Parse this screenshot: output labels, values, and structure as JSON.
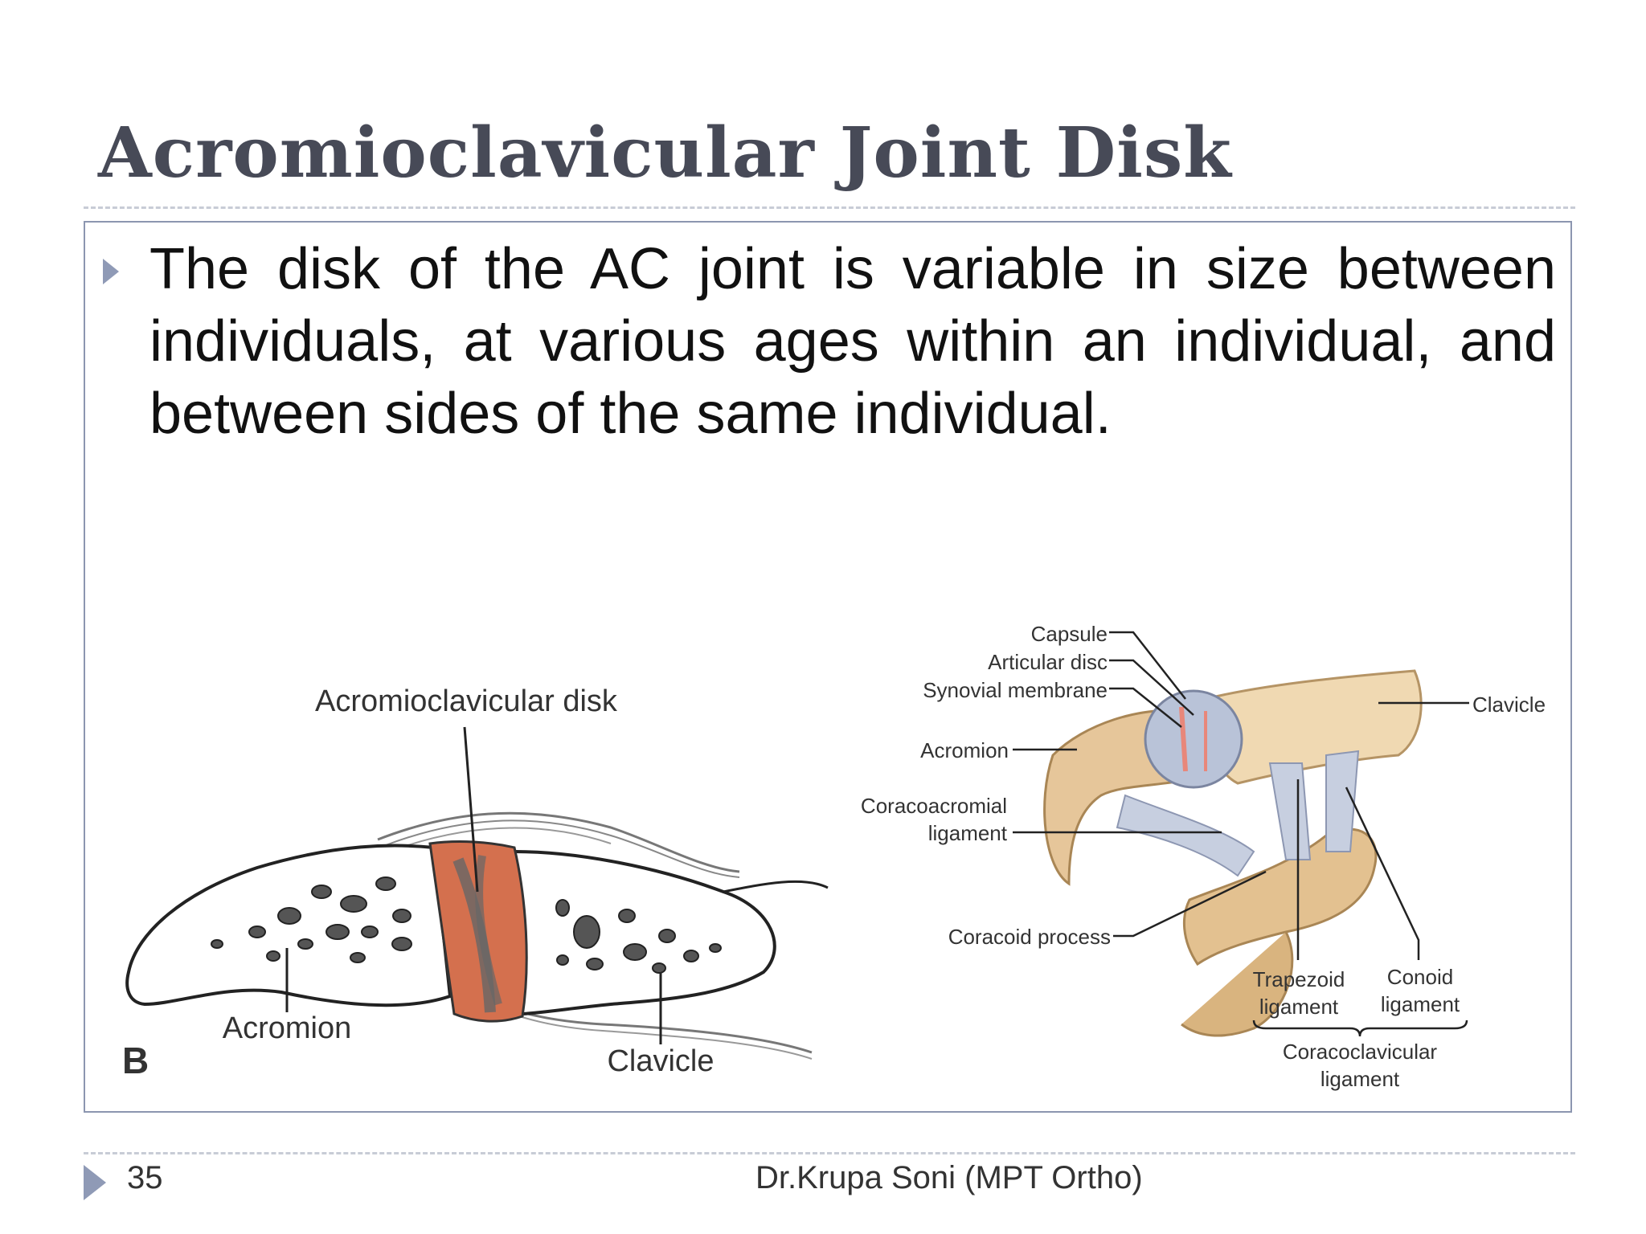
{
  "slide": {
    "title": "Acromioclavicular Joint Disk",
    "bullet": "The disk of the AC joint  is variable in size between individuals, at various ages within an individual, and between sides of the same individual."
  },
  "figure_left": {
    "disk_label": "Acromioclavicular disk",
    "acromion_label": "Acromion",
    "clavicle_label": "Clavicle",
    "panel_letter": "B"
  },
  "figure_right": {
    "capsule": "Capsule",
    "articular_disc": "Articular disc",
    "synovial_membrane": "Synovial membrane",
    "clavicle": "Clavicle",
    "acromion": "Acromion",
    "coracoacromial_1": "Coracoacromial",
    "coracoacromial_2": "ligament",
    "coracoid_process": "Coracoid process",
    "trapezoid_1": "Trapezoid",
    "trapezoid_2": "ligament",
    "conoid_1": "Conoid",
    "conoid_2": "ligament",
    "coracoclavicular_1": "Coracoclavicular",
    "coracoclavicular_2": "ligament"
  },
  "footer": {
    "page_number": "35",
    "author": "Dr.Krupa Soni (MPT Ortho)"
  }
}
